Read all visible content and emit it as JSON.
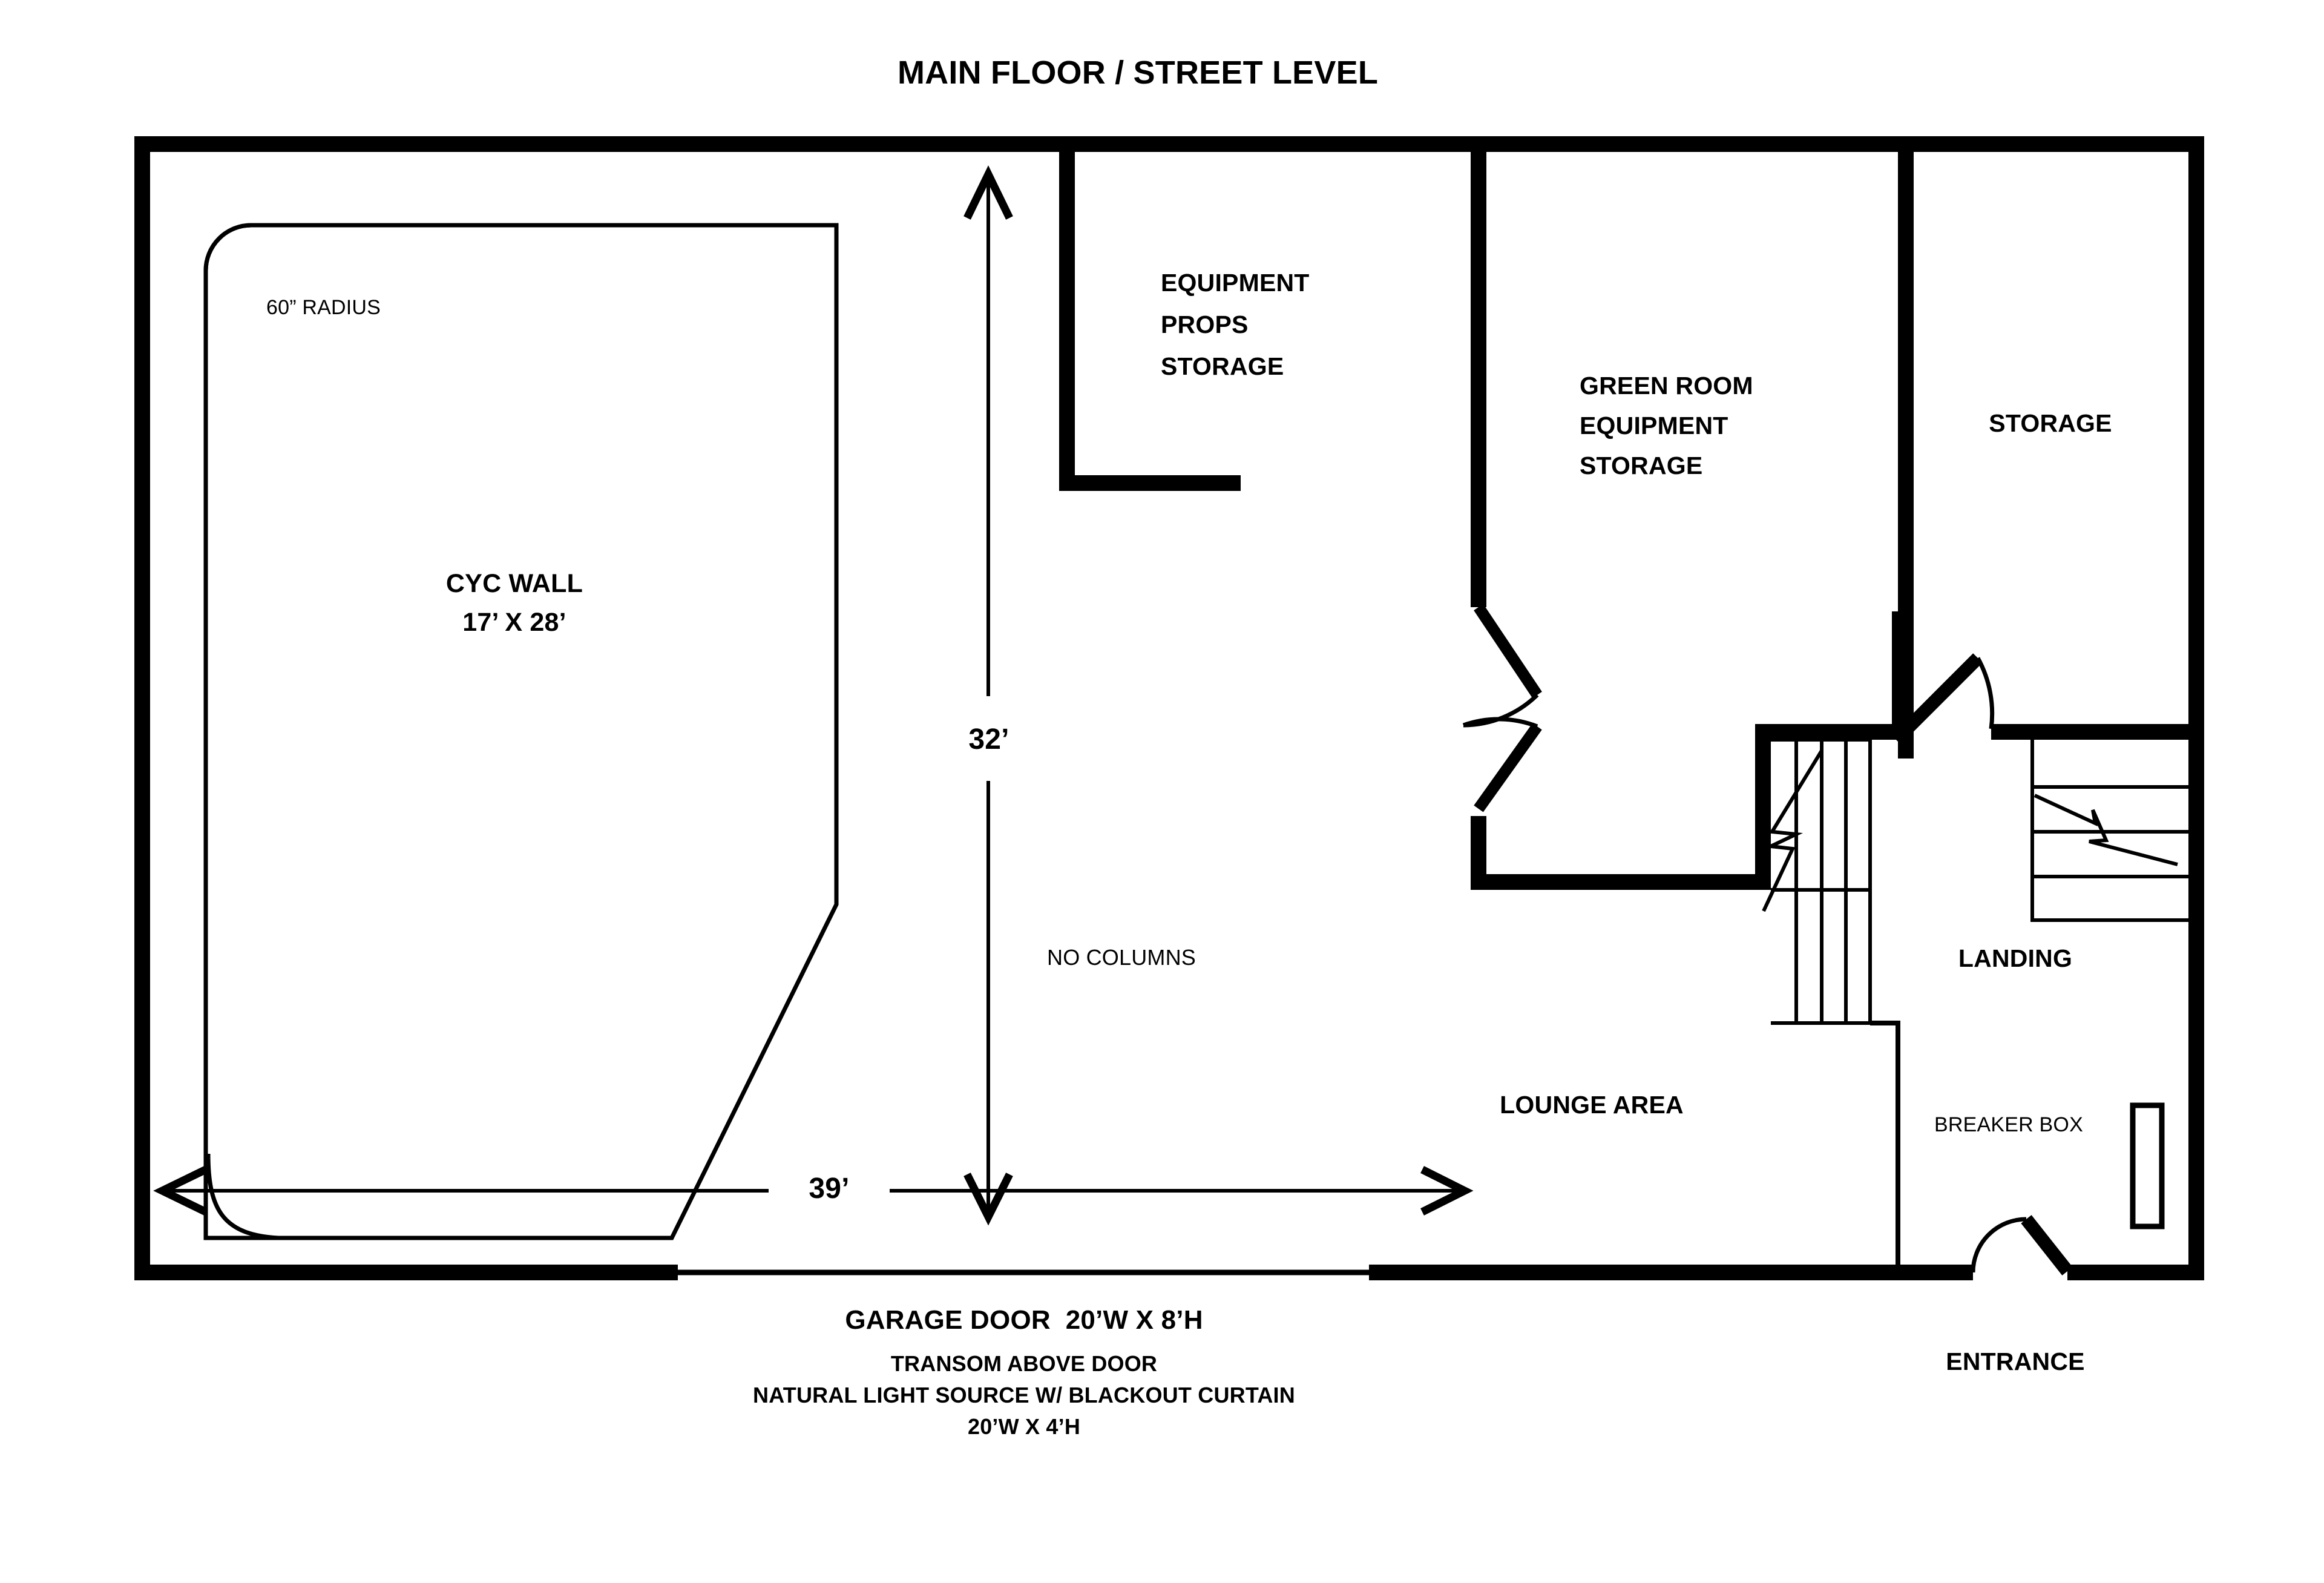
{
  "drawing": {
    "title": "MAIN FLOOR / STREET LEVEL",
    "type": "floor-plan",
    "colors": {
      "wall": "#000000",
      "background": "#ffffff",
      "line": "#000000",
      "text": "#000000"
    }
  },
  "rooms": {
    "cyc_wall": {
      "name_line1": "CYC WALL",
      "name_line2": "17’ X 28’",
      "radius_note": "60” RADIUS"
    },
    "equipment_props_storage": {
      "line1": "EQUIPMENT",
      "line2": "PROPS",
      "line3": "STORAGE"
    },
    "green_room": {
      "line1": "GREEN ROOM",
      "line2": "EQUIPMENT",
      "line3": "STORAGE"
    },
    "storage": {
      "label": "STORAGE"
    },
    "landing": {
      "label": "LANDING"
    },
    "lounge_area": {
      "label": "LOUNGE AREA"
    }
  },
  "annotations": {
    "no_columns": "NO COLUMNS",
    "breaker_box": "BREAKER BOX",
    "entrance": "ENTRANCE"
  },
  "dimensions": {
    "width_label": "39’",
    "depth_label": "32’",
    "width_feet": 39,
    "depth_feet": 32
  },
  "garage_door": {
    "line1": "GARAGE DOOR  20’W X 8’H",
    "line2": "TRANSOM ABOVE DOOR",
    "line3": "NATURAL LIGHT SOURCE W/ BLACKOUT CURTAIN",
    "line4": "20’W X 4’H"
  }
}
